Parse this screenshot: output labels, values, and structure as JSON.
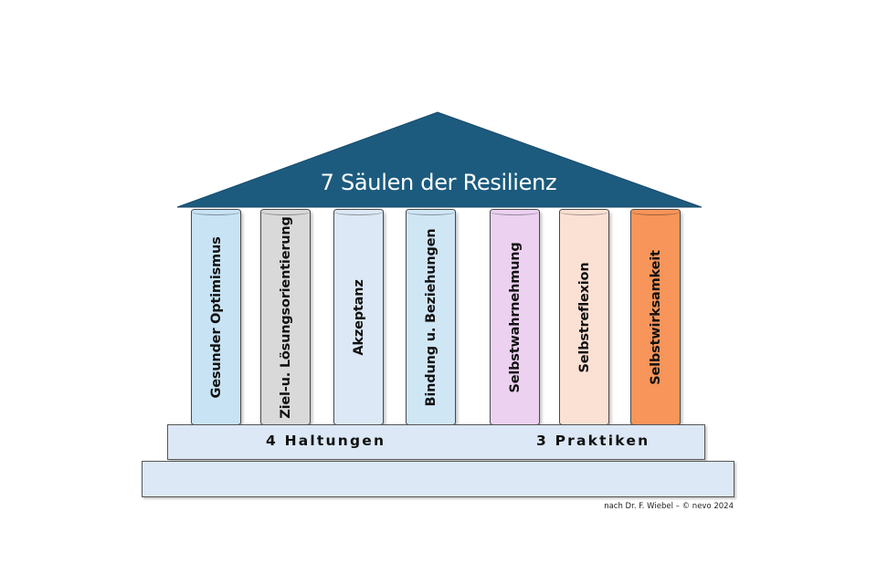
{
  "title": "7 Säulen der Resilienz",
  "pillars": [
    {
      "label": "Gesunder Optimismus",
      "color": "#c7e3f4"
    },
    {
      "label": "Ziel-u. Lösungsorientierung",
      "color": "#d9d9d9"
    },
    {
      "label": "Akzeptanz",
      "color": "#dce8f5"
    },
    {
      "label": "Bindung u. Beziehungen",
      "color": "#cfe6f5"
    },
    {
      "label": "Selbstwahrnehmung",
      "color": "#ecd1f1"
    },
    {
      "label": "Selbstreflexion",
      "color": "#fbe1d4"
    },
    {
      "label": "Selbstwirksamkeit",
      "color": "#f7955a"
    }
  ],
  "base": {
    "left_label": "4 Haltungen",
    "right_label": "3 Praktiken"
  },
  "credit": "nach Dr. F. Wiebel – © nevo 2024",
  "colors": {
    "roof": "#1c5b7e",
    "step": "#dce8f5"
  }
}
